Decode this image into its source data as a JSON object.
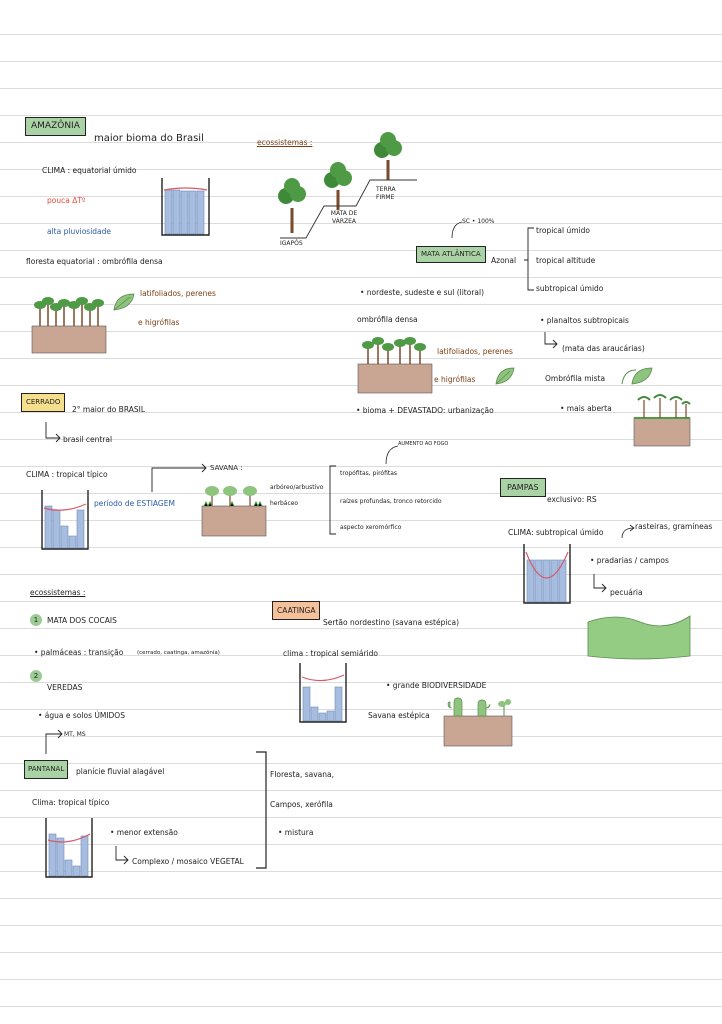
{
  "amazonia": {
    "label": "AMAZÔNIA",
    "title": "maior bioma do Brasil",
    "clima": "CLIMA : equatorial úmido",
    "pouca": "pouca ΔTº",
    "pluv": "alta pluviosidade",
    "floresta": "floresta equatorial : ombrófila densa",
    "lati": "latifoliados, perenes",
    "higro": "e higrófilas",
    "eco_title": "ecossistemas :",
    "terra": "TERRA FIRME",
    "mata": "MATA DE VÁRZEA",
    "igapos": "IGAPÓS"
  },
  "atlantica": {
    "label": "MATA ATLÂNTICA",
    "note": "SC • 100%",
    "azonal": "Azonal",
    "b1": "tropical úmido",
    "b2": "tropical altitude",
    "b3": "subtropical úmido",
    "litoral": "• nordeste, sudeste e sul (litoral)",
    "ombro": "ombrófila densa",
    "lati": "latifoliados, perenes",
    "higro": "e higrófilas",
    "bioma": "• bioma + DEVASTADO: urbanização",
    "planaltos": "• planaltos subtropicais",
    "araucarias": "(mata das araucárias)",
    "mista": "Ombrófila mista",
    "aberta": "• mais aberta"
  },
  "cerrado": {
    "label": "CERRADO",
    "title": "2° maior do BRASIL",
    "central": "brasil central",
    "clima": "CLIMA : tropical típico",
    "estiagem": "período de ESTIAGEM",
    "savana": "SAVANA :",
    "arb1": "arbóreo/arbustivo",
    "arb2": "herbáceo",
    "aumento": "AUMENTO AO FOGO",
    "tropo": "tropófitas, pirófitas",
    "raizes": "raízes profundas, tronco retorcido",
    "aspecto": "aspecto xeromórfico",
    "eco_title": "ecossistemas :",
    "n1": "1",
    "cocais": "MATA DOS COCAIS",
    "palmaceas": "• palmáceas : transição",
    "palm_sub": "(cerrado, caatinga, amazônia)",
    "n2": "2",
    "veredas": "VEREDAS",
    "agua": "• água e solos ÚMIDOS"
  },
  "pampas": {
    "label": "PAMPAS",
    "excl": "exclusivo: RS",
    "clima": "CLIMA: subtropical úmido",
    "rasteiras": "rasteiras, gramíneas",
    "pradarias": "• pradarias / campos",
    "pecuaria": "pecuária"
  },
  "caatinga": {
    "label": "CAATINGA",
    "sertao": "Sertão nordestino (savana estépica)",
    "clima": "clima : tropical semiárido",
    "bio": "• grande BIODIVERSIDADE",
    "savana": "Savana estépica"
  },
  "pantanal": {
    "label": "PANTANAL",
    "mtms": "MT, MS",
    "planicie": "planície fluvial alagável",
    "clima": "Clima: tropical típico",
    "menor": "• menor extensão",
    "complexo": "Complexo / mosaico VEGETAL",
    "floresta": "Floresta, savana,",
    "campos": "Campos, xerófila",
    "mistura": "• mistura"
  }
}
